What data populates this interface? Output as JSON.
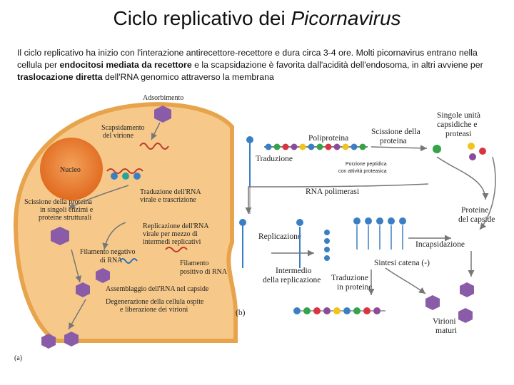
{
  "title": {
    "prefix": "Ciclo replicativo dei ",
    "italic": "Picornavirus"
  },
  "intro": {
    "p1": "Il ciclo replicativo ha inizio con l'interazione antirecettore-recettore e dura circa 3-4 ore. Molti picornavirus entrano nella cellula per ",
    "b1": "endocitosi mediata da recettore",
    "p2": " e la scapsidazione è favorita dall'acidità dell'endosoma, in altri avviene per ",
    "b2": "traslocazione diretta",
    "p3": " dell'RNA genomico attraverso la membrana"
  },
  "panel_a": {
    "adsorbimento": "Adsorbimento",
    "scapsid_1": "Scapsidamento",
    "scapsid_2": "del virione",
    "nucleo": "Nucleo",
    "trad_1": "Traduzione dell'RNA",
    "trad_2": "virale e trascrizione",
    "sciss_1": "Scissione della proteina",
    "sciss_2": "in singoli enzimi e",
    "sciss_3": "proteine strutturali",
    "repl_1": "Replicazione dell'RNA",
    "repl_2": "virale per mezzo di",
    "repl_3": "intermedi replicativi",
    "fneg_1": "Filamento negativo",
    "fneg_2": "di RNA",
    "fpos_1": "Filamento",
    "fpos_2": "positivo di RNA",
    "assemb": "Assemblaggio dell'RNA nel capside",
    "degen_1": "Degenerazione della cellula ospite",
    "degen_2": "e liberazione dei virioni",
    "tag": "(a)"
  },
  "panel_b": {
    "poliproteina": "Poliproteina",
    "sciss_1": "Scissione della",
    "sciss_2": "proteina",
    "singole_1": "Singole unità",
    "singole_2": "capsidiche e",
    "singole_3": "proteasi",
    "traduzione": "Traduzione",
    "porzione_1": "Porzione peptidica",
    "porzione_2": "con attività proteasica",
    "rna_pol": "RNA polimerasi",
    "proteine_1": "Proteine",
    "proteine_2": "del capside",
    "replicazione": "Replicazione",
    "incaps": "Incapsidazione",
    "sintesi": "Sintesi catena (-)",
    "interm_1": "Intermedio",
    "interm_2": "della replicazione",
    "trad2_1": "Traduzione",
    "trad2_2": "in proteine",
    "virioni_1": "Virioni",
    "virioni_2": "maturi",
    "tag": "(b)"
  },
  "colors": {
    "cell_fill": "#f6c98a",
    "cell_edge": "#e8a44c",
    "nucleus": "#ea7a2a",
    "virion": "#8a5ca8",
    "rna": "#c0392b",
    "arrow": "#777777",
    "blue": "#3a7fc4",
    "green": "#35a34a",
    "red": "#d9343f",
    "purple": "#8b4b9a",
    "yellow": "#f0c419"
  }
}
